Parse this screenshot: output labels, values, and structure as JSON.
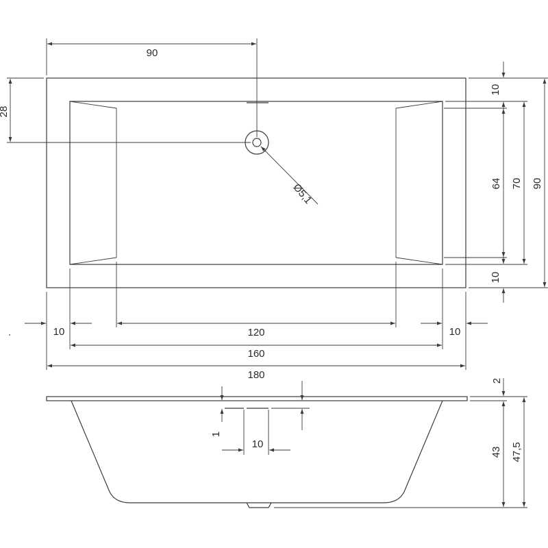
{
  "top_view": {
    "dim_drain_offset_x": "90",
    "dim_drain_offset_y": "28",
    "dim_drain_diameter": "Ø5,1",
    "dim_rim_top": "10",
    "dim_rim_bottom": "10",
    "dim_floor_width": "64",
    "dim_inner_width": "70",
    "dim_outer_width": "90",
    "dim_rim_left": "10",
    "dim_rim_right": "10",
    "dim_floor_length": "120",
    "dim_inner_length": "160",
    "dim_outer_length": "180"
  },
  "side_view": {
    "dim_rim_thickness": "2",
    "dim_drain_step": "1",
    "dim_drain_width": "10",
    "dim_basin_depth": "43",
    "dim_total_depth": "47,5"
  }
}
